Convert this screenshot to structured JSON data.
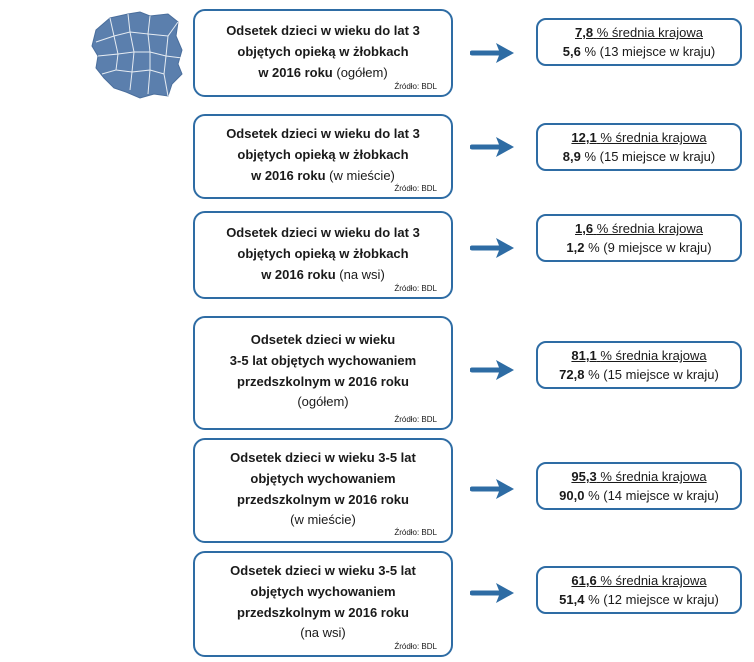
{
  "map": {
    "name": "poland-map-icon"
  },
  "source_label": "Źródło: BDL",
  "colors": {
    "border": "#2e6ca4",
    "arrow": "#2e6ca4",
    "map_fill": "#5b7fad",
    "map_line": "#ffffff"
  },
  "rows": [
    {
      "title_lines": [
        "Odsetek dzieci w wieku do lat 3",
        "objętych opieką w żłobkach",
        "w 2016 roku"
      ],
      "qualifier": "(ogółem)",
      "qualifier_inline": true,
      "national_value": "7,8",
      "national_text": "% średnia krajowa",
      "local_value": "5,6",
      "local_text": "% (13 miejsce w kraju)"
    },
    {
      "title_lines": [
        "Odsetek dzieci w wieku do lat 3",
        "objętych opieką w żłobkach",
        "w 2016 roku"
      ],
      "qualifier": "(w mieście)",
      "qualifier_inline": true,
      "national_value": "12,1",
      "national_text": "% średnia krajowa",
      "local_value": "8,9",
      "local_text": "% (15 miejsce w kraju)"
    },
    {
      "title_lines": [
        "Odsetek dzieci w wieku do lat 3",
        "objętych opieką w żłobkach",
        "w 2016 roku"
      ],
      "qualifier": "(na wsi)",
      "qualifier_inline": true,
      "national_value": "1,6",
      "national_text": "% średnia krajowa",
      "local_value": "1,2",
      "local_text": "% (9 miejsce w kraju)"
    },
    {
      "title_lines": [
        "Odsetek dzieci w wieku",
        "3-5 lat objętych wychowaniem",
        "przedszkolnym w 2016 roku"
      ],
      "qualifier": "(ogółem)",
      "qualifier_inline": false,
      "national_value": "81,1",
      "national_text": "% średnia krajowa",
      "local_value": "72,8",
      "local_text": "% (15 miejsce w kraju)"
    },
    {
      "title_lines": [
        "Odsetek dzieci w wieku 3-5 lat",
        "objętych wychowaniem",
        "przedszkolnym w 2016 roku"
      ],
      "qualifier": "(w mieście)",
      "qualifier_inline": false,
      "national_value": "95,3",
      "national_text": "% średnia krajowa",
      "local_value": "90,0",
      "local_text": "% (14 miejsce w kraju)"
    },
    {
      "title_lines": [
        "Odsetek dzieci w wieku 3-5 lat",
        "objętych wychowaniem",
        "przedszkolnym w 2016 roku"
      ],
      "qualifier": "(na wsi)",
      "qualifier_inline": false,
      "national_value": "61,6",
      "national_text": "% średnia krajowa",
      "local_value": "51,4",
      "local_text": "% (12 miejsce w kraju)"
    }
  ]
}
